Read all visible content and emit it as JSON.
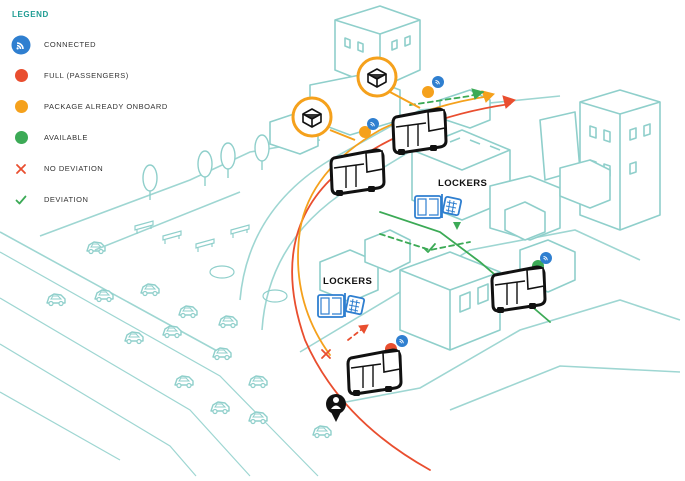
{
  "legend": {
    "title": "LEGEND",
    "items": [
      {
        "key": "connected",
        "label": "CONNECTED",
        "icon": "wifi-icon",
        "color": "#2f7fd0"
      },
      {
        "key": "full",
        "label": "FULL (PASSENGERS)",
        "icon": "dot",
        "color": "#e94e2f"
      },
      {
        "key": "package",
        "label": "PACKAGE ALREADY ONBOARD",
        "icon": "dot",
        "color": "#f5a11c"
      },
      {
        "key": "available",
        "label": "AVAILABLE",
        "icon": "dot",
        "color": "#3caa56"
      },
      {
        "key": "no_deviation",
        "label": "NO DEVIATION",
        "icon": "cross-icon",
        "color": "#e94e2f"
      },
      {
        "key": "deviation",
        "label": "DEVIATION",
        "icon": "check-icon",
        "color": "#3caa56"
      }
    ]
  },
  "map": {
    "lockers_labels": [
      "LOCKERS",
      "LOCKERS"
    ]
  },
  "colors": {
    "sketch": "#8fcfcb",
    "road": "#9ed6d2",
    "vehicle": "#111111",
    "route_red": "#e94e2f",
    "route_orange": "#f5a11c",
    "route_green": "#3caa56",
    "locker_blue": "#2f7fd0"
  }
}
